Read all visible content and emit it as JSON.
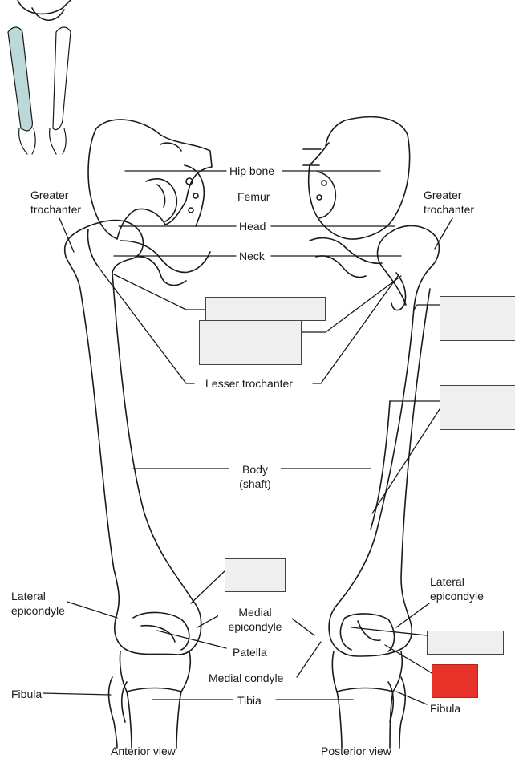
{
  "labels": {
    "hip_bone": "Hip bone",
    "femur": "Femur",
    "head": "Head",
    "neck": "Neck",
    "greater_trochanter_left": "Greater\ntrochanter",
    "greater_trochanter_right": "Greater\ntrochanter",
    "lesser_trochanter": "Lesser trochanter",
    "body_shaft": "Body\n(shaft)",
    "lateral_epicondyle_left": "Lateral\nepicondyle",
    "lateral_epicondyle_right": "Lateral\nepicondyle",
    "medial_epicondyle": "Medial\nepicondyle",
    "patella": "Patella",
    "medial_condyle": "Medial condyle",
    "fibula_left": "Fibula",
    "fibula_right": "Fibula",
    "tibia": "Tibia",
    "fossa_partial": "fossa"
  },
  "views": {
    "anterior": "Anterior view",
    "posterior": "Posterior view"
  },
  "answer_boxes": [
    {
      "id": "box-1",
      "state": "empty"
    },
    {
      "id": "box-2",
      "state": "empty"
    },
    {
      "id": "box-3",
      "state": "empty"
    },
    {
      "id": "box-4",
      "state": "empty"
    },
    {
      "id": "box-5",
      "state": "empty"
    },
    {
      "id": "box-6",
      "state": "empty"
    },
    {
      "id": "box-7",
      "state": "highlighted"
    }
  ],
  "colors": {
    "bone_outline": "#1a1a1a",
    "bone_fill": "#ffffff",
    "thumbnail_highlight": "#bcd9d9",
    "box_fill": "#efefef",
    "box_highlight": "#e63228"
  }
}
